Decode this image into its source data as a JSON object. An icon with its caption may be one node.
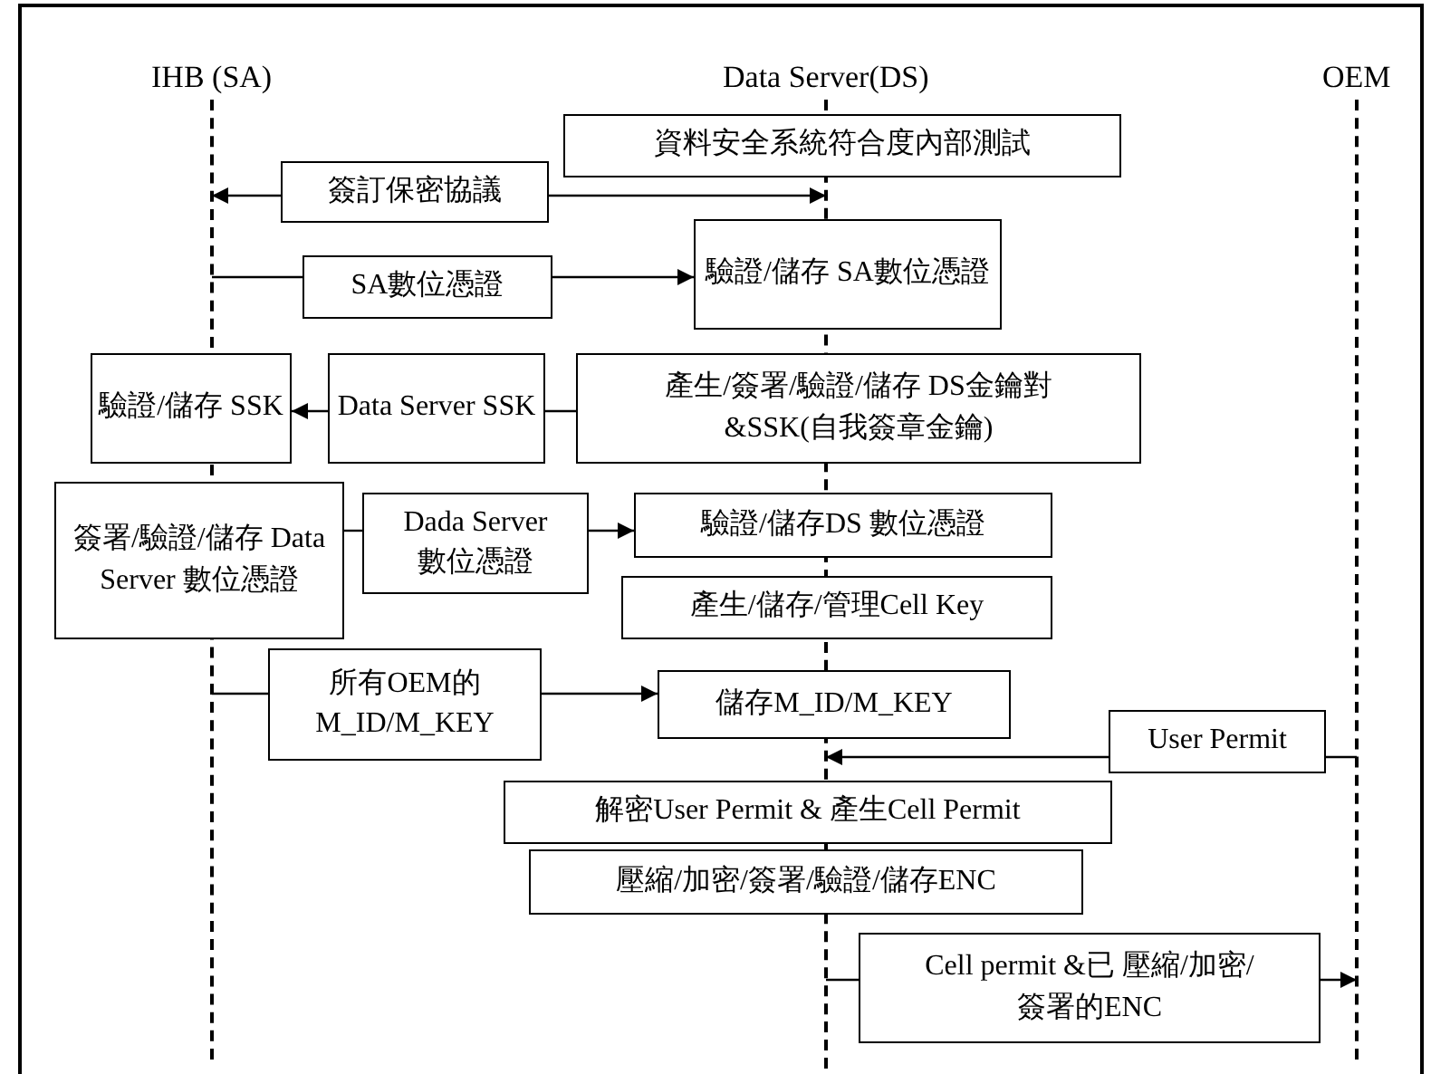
{
  "diagram": {
    "nodes": [
      {
        "text": [],
        "shape": "line",
        "beside": [
          "IHB (SA)"
        ]
      },
      {
        "text": [],
        "shape": "line",
        "beside": [
          "Data Server(DS)"
        ]
      },
      {
        "text": [],
        "shape": "line",
        "beside": [
          "OEM"
        ]
      },
      {
        "text": [
          "資料安全系統符合度內部測試"
        ]
      },
      {
        "text": [
          "簽訂保密協議"
        ]
      },
      {
        "text": [
          "SA數位憑證"
        ]
      },
      {
        "text": [
          "驗證/儲存 SA數位憑證"
        ]
      },
      {
        "text": [
          "驗證/儲存 SSK"
        ]
      },
      {
        "text": [
          "Data Server SSK"
        ]
      },
      {
        "text": [
          "產生/簽署/驗證/儲存 DS金鑰對&SSK(自我簽章金鑰)"
        ]
      },
      {
        "text": [
          "簽署/驗證/儲存 Data Server 數位憑證"
        ]
      },
      {
        "text": [
          "Dada Server 數位憑證"
        ]
      },
      {
        "text": [
          "驗證/儲存DS 數位憑證"
        ]
      },
      {
        "text": [
          "產生/儲存/管理Cell Key"
        ]
      },
      {
        "text": [
          "所有OEM的 M_ID/M_KEY"
        ]
      },
      {
        "text": [
          "儲存M_ID/M_KEY"
        ]
      },
      {
        "text": [
          "User Permit"
        ]
      },
      {
        "text": [
          "解密User Permit & 產生Cell Permit"
        ]
      },
      {
        "text": [
          "壓縮/加密/簽署/驗證/儲存ENC"
        ]
      },
      {
        "text": [
          "Cell permit &已 壓縮/加密/簽署的ENC"
        ]
      }
    ],
    "edges": [
      {
        "from": 4,
        "to": 0,
        "arrow": "to"
      },
      {
        "from": 4,
        "to": 1,
        "arrow": "to"
      },
      {
        "from": 0,
        "to": 5,
        "arrow": "none"
      },
      {
        "from": 5,
        "to": 6,
        "arrow": "to"
      },
      {
        "from": 9,
        "to": 8,
        "arrow": "none"
      },
      {
        "from": 8,
        "to": 7,
        "arrow": "to"
      },
      {
        "from": 10,
        "to": 11,
        "arrow": "none"
      },
      {
        "from": 11,
        "to": 12,
        "arrow": "to"
      },
      {
        "from": 0,
        "to": 14,
        "arrow": "none"
      },
      {
        "from": 14,
        "to": 15,
        "arrow": "to"
      },
      {
        "from": 2,
        "to": 16,
        "arrow": "none"
      },
      {
        "from": 16,
        "to": 1,
        "arrow": "to"
      },
      {
        "from": 1,
        "to": 19,
        "arrow": "none"
      },
      {
        "from": 19,
        "to": 2,
        "arrow": "to"
      }
    ]
  }
}
